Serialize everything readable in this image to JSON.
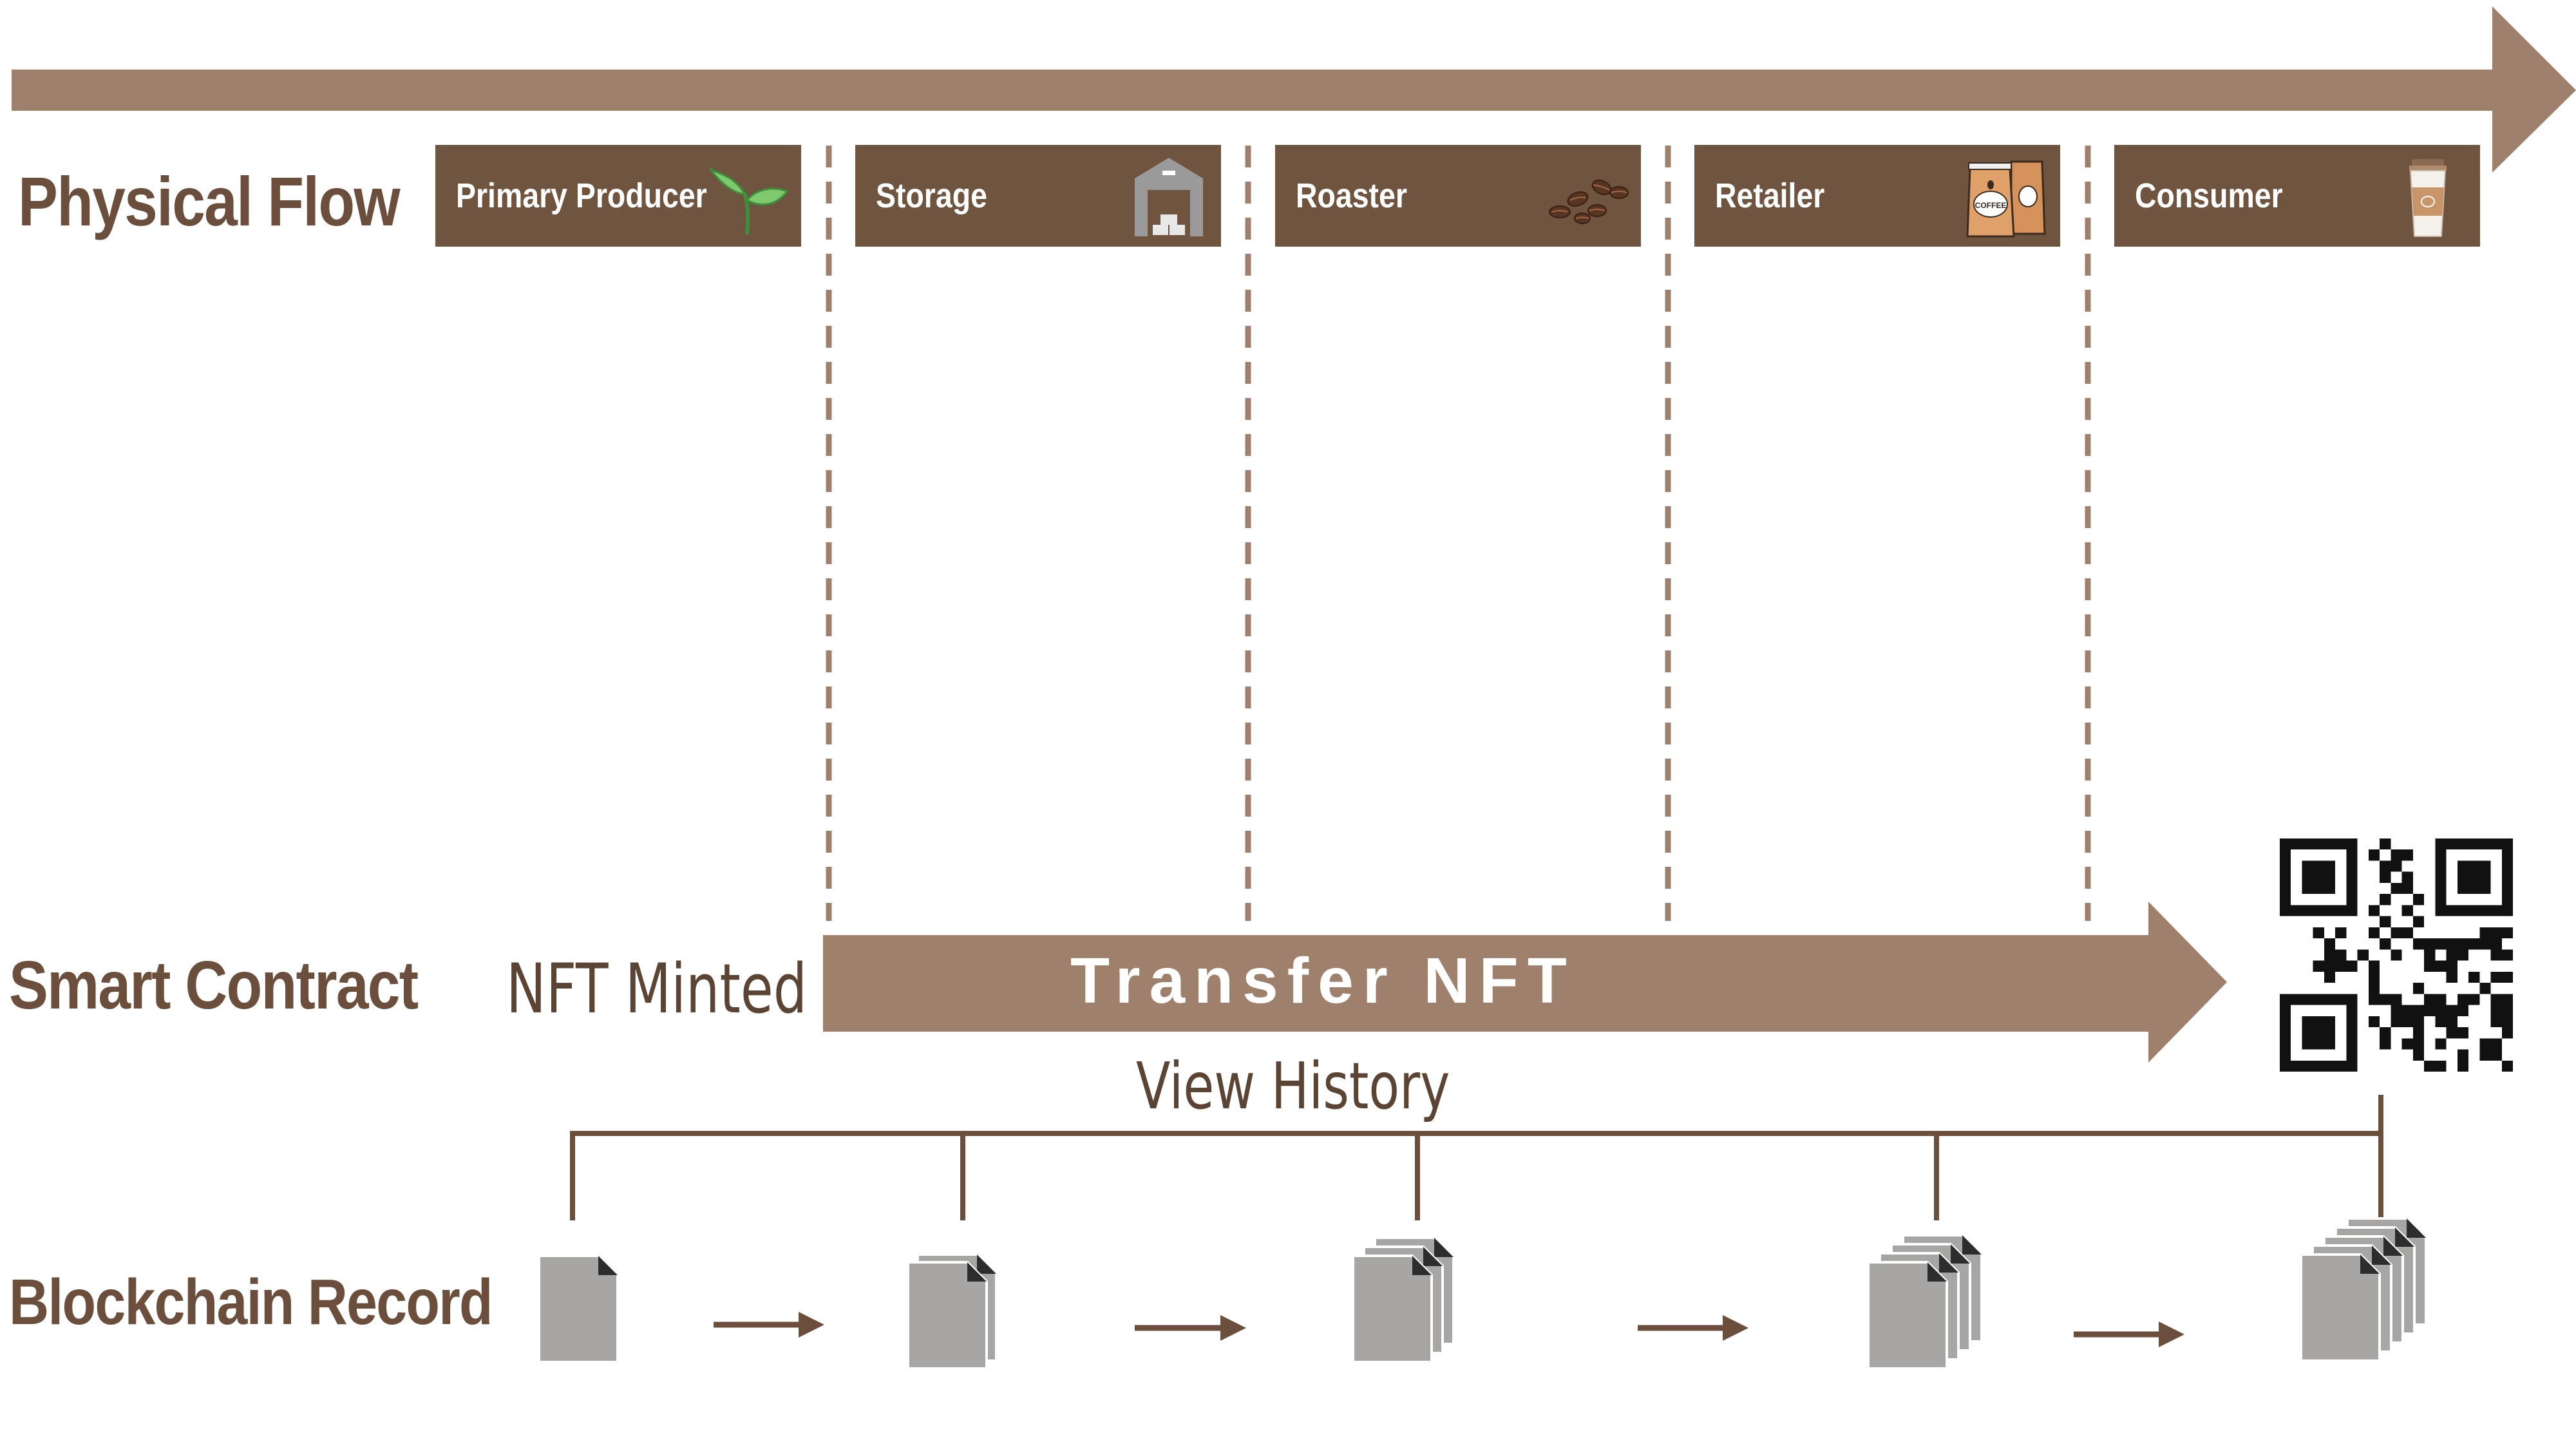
{
  "rows": {
    "physical_flow": "Physical Flow",
    "smart_contract": "Smart Contract",
    "blockchain_record": "Blockchain Record"
  },
  "stages": [
    {
      "label": "Primary Producer",
      "icon": "sprout-icon"
    },
    {
      "label": "Storage",
      "icon": "warehouse-icon"
    },
    {
      "label": "Roaster",
      "icon": "coffee-beans-icon"
    },
    {
      "label": "Retailer",
      "icon": "coffee-bags-icon"
    },
    {
      "label": "Consumer",
      "icon": "coffee-cup-icon"
    }
  ],
  "bag_label": "COFFEE",
  "smart_contract": {
    "minted": "NFT Minted",
    "transfer": "Transfer NFT",
    "history": "View History"
  },
  "colors": {
    "brown_dark": "#6f5440",
    "brown_light": "#9e806d",
    "brown_line": "#6b4f3c",
    "document_gray": "#a8a6a4"
  }
}
